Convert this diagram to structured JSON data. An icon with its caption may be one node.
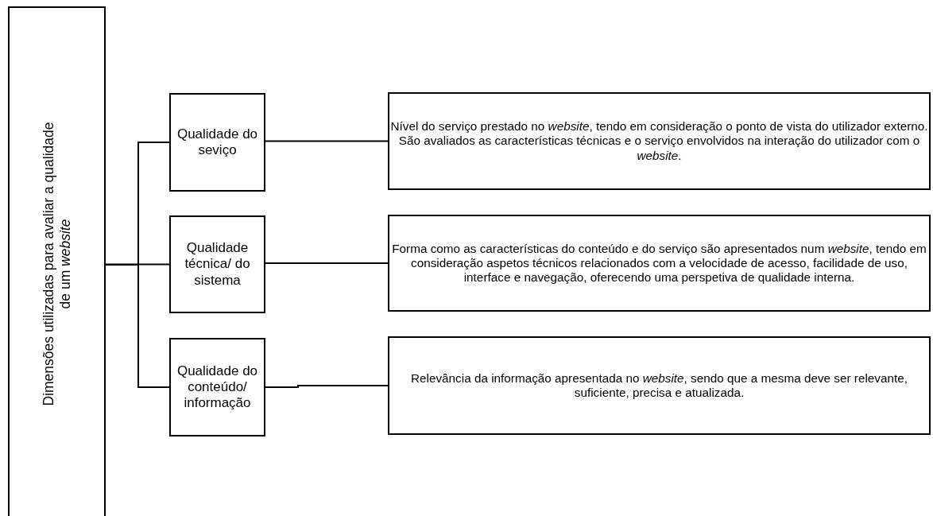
{
  "diagram": {
    "nodes": [
      {
        "text": [
          "Dimensões utilizadas para avaliar a qualidade de um *website*"
        ]
      },
      {
        "text": [
          "Qualidade do seviço"
        ]
      },
      {
        "text": [
          "Nível do serviço prestado no *website*, tendo em consideração o ponto de vista do utilizador externo. São avaliados as características técnicas e o serviço envolvidos na interação do utilizador com o *website*."
        ]
      },
      {
        "text": [
          "Qualidade técnica/ do sistema"
        ]
      },
      {
        "text": [
          "Forma como as características do conteúdo e do serviço são apresentados num *website*, tendo em consideração aspetos técnicos relacionados com a velocidade de acesso, facilidade de uso, interface e navegação, oferecendo uma perspetiva de qualidade interna."
        ]
      },
      {
        "text": [
          "Qualidade do conteúdo/ informação"
        ]
      },
      {
        "text": [
          "Relevância da informação apresentada no *website*, sendo que a mesma deve ser relevante, suficiente, precisa e atualizada."
        ]
      }
    ],
    "edges": [
      {
        "from": 0,
        "to": 1,
        "arrow": "none"
      },
      {
        "from": 0,
        "to": 3,
        "arrow": "none"
      },
      {
        "from": 0,
        "to": 5,
        "arrow": "none"
      },
      {
        "from": 1,
        "to": 2,
        "arrow": "none"
      },
      {
        "from": 3,
        "to": 4,
        "arrow": "none"
      },
      {
        "from": 5,
        "to": 6,
        "arrow": "none"
      }
    ]
  }
}
